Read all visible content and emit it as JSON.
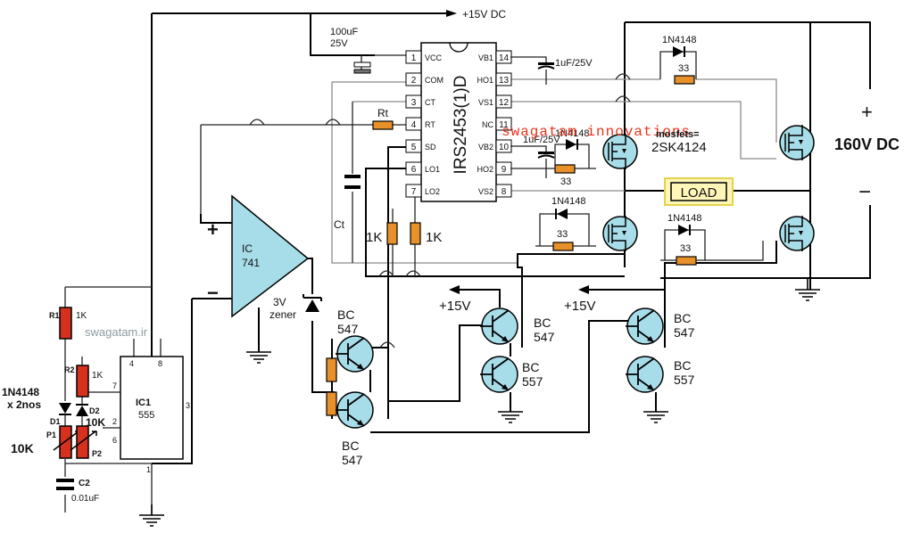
{
  "supply": {
    "v15": "+15V DC",
    "v160": "160V DC",
    "plus": "+",
    "minus": "−"
  },
  "capacitors": {
    "c_100u": "100uF",
    "c_100u_v": "25V",
    "c_1u_top": "1uF/25V",
    "c_1u_mid": "1uF/25V",
    "ct": "Ct",
    "c2": "C2",
    "c2_val": "0.01uF"
  },
  "ic_driver": {
    "name": "IRS2453(1)D",
    "left_pins": [
      {
        "num": "1",
        "name": "VCC"
      },
      {
        "num": "2",
        "name": "COM"
      },
      {
        "num": "3",
        "name": "CT"
      },
      {
        "num": "4",
        "name": "RT"
      },
      {
        "num": "5",
        "name": "SD"
      },
      {
        "num": "6",
        "name": "LO1"
      },
      {
        "num": "7",
        "name": "LO2"
      }
    ],
    "right_pins": [
      {
        "num": "14",
        "name": "VB1"
      },
      {
        "num": "13",
        "name": "HO1"
      },
      {
        "num": "12",
        "name": "VS1"
      },
      {
        "num": "11",
        "name": "NC"
      },
      {
        "num": "10",
        "name": "VB2"
      },
      {
        "num": "9",
        "name": "HO2"
      },
      {
        "num": "8",
        "name": "VS2"
      }
    ]
  },
  "resistors": {
    "rt": "Rt",
    "r1k_a": "1K",
    "r1k_b": "1K",
    "r33_a": "33",
    "r33_b": "33",
    "r33_c": "33",
    "r33_d": "33"
  },
  "diodes": {
    "d_a": "1N4148",
    "d_b": "1N4148",
    "d_c": "1N4148",
    "d_d": "1N4148"
  },
  "load": "LOAD",
  "mosfets": {
    "title": "mosfets=",
    "part": "2SK4124"
  },
  "watermark": "swagatam innovations",
  "opamp": {
    "name": "IC",
    "part": "741",
    "plus": "+",
    "minus": "−"
  },
  "zener": {
    "v": "3V",
    "name": "zener"
  },
  "transistors": {
    "q_top_left": [
      "BC",
      "547"
    ],
    "q_bot_left": [
      "BC",
      "547"
    ],
    "q_mid_top": [
      "BC",
      "547"
    ],
    "q_mid_bot": [
      "BC",
      "557"
    ],
    "q_right_top": [
      "BC",
      "547"
    ],
    "q_right_bot": [
      "BC",
      "557"
    ]
  },
  "v15_mid": "+15V",
  "v15_right": "+15V",
  "timer": {
    "name": "IC1",
    "part": "555",
    "pins": {
      "p4": "4",
      "p8": "8",
      "p7": "7",
      "p2": "2",
      "p6": "6",
      "p3": "3",
      "p1": "1"
    },
    "r1": "R1",
    "r1_val": "1K",
    "r2": "R2",
    "r2_val": "1K",
    "diode_note_1": "1N4148",
    "diode_note_2": "x 2nos",
    "d1": "D1",
    "d2": "D2",
    "p1": "P1",
    "p2": "P2",
    "p1_val": "10K",
    "p2_val": "10K",
    "site": "swagatam.ir"
  }
}
